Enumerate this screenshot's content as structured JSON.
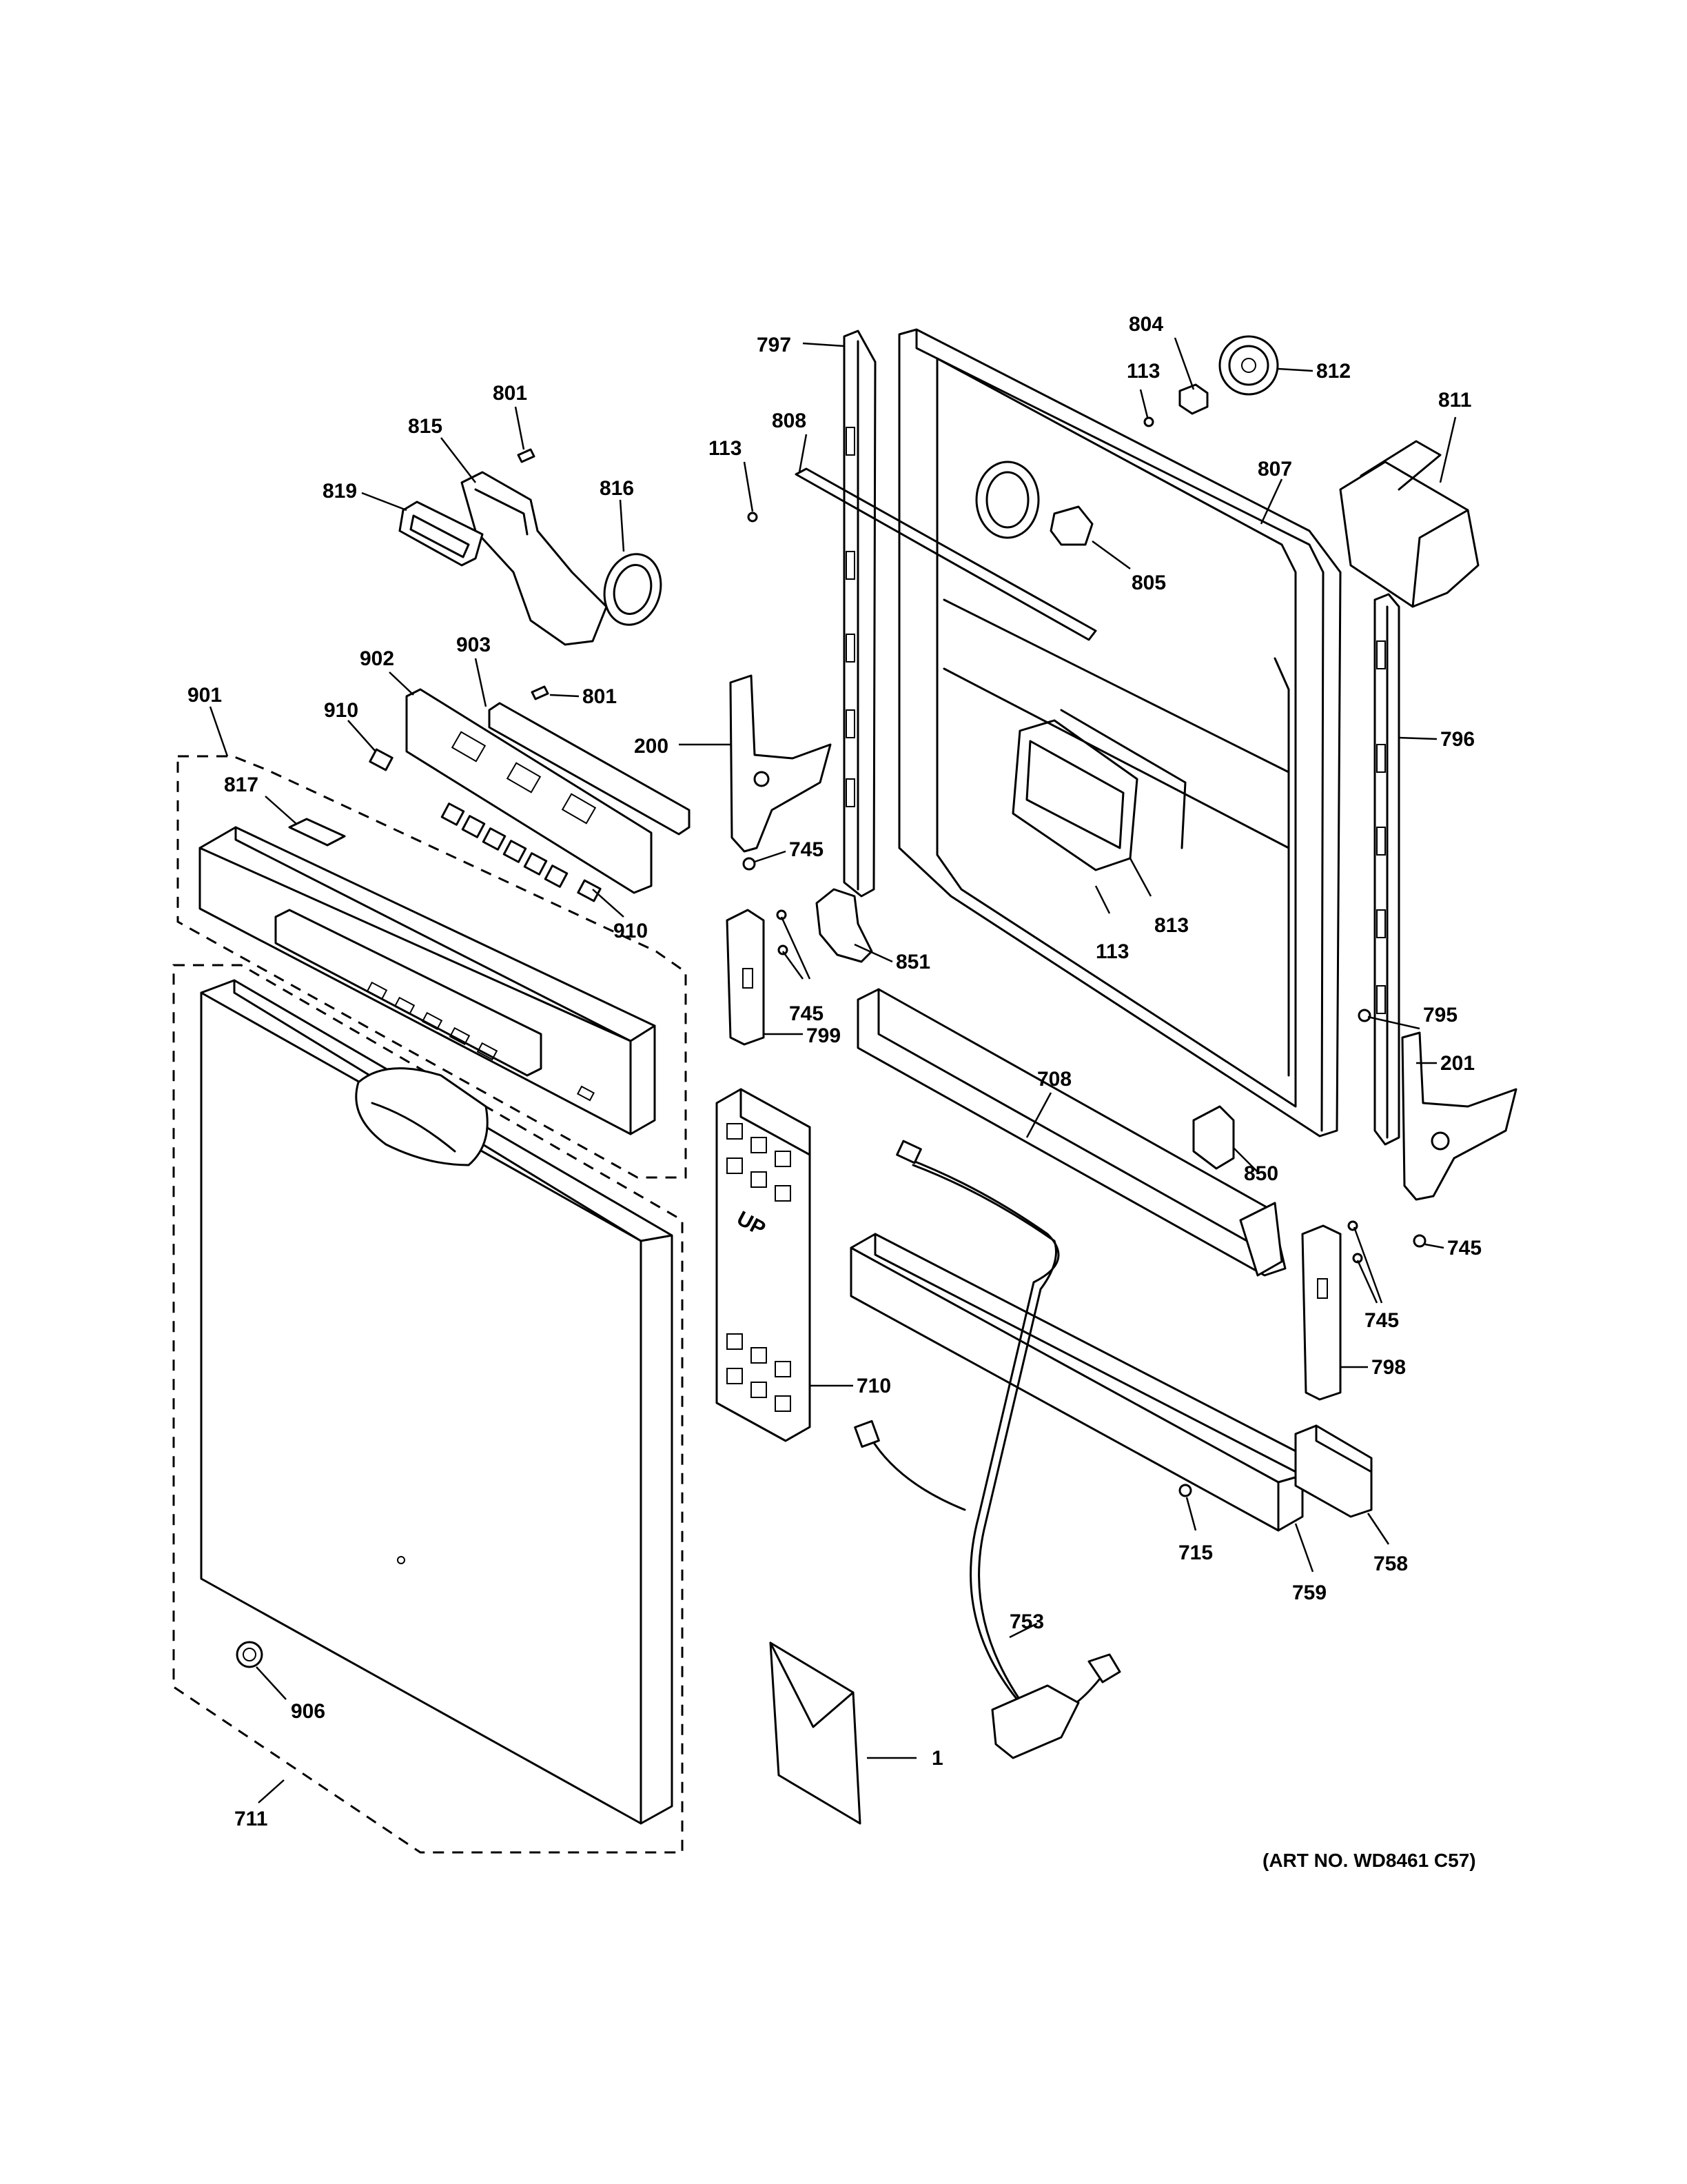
{
  "art_number": "(ART NO. WD8461 C57)",
  "callouts": [
    {
      "id": "797",
      "label": "797"
    },
    {
      "id": "804",
      "label": "804"
    },
    {
      "id": "812",
      "label": "812"
    },
    {
      "id": "113a",
      "label": "113"
    },
    {
      "id": "811",
      "label": "811"
    },
    {
      "id": "801a",
      "label": "801"
    },
    {
      "id": "815",
      "label": "815"
    },
    {
      "id": "808",
      "label": "808"
    },
    {
      "id": "113b",
      "label": "113"
    },
    {
      "id": "807",
      "label": "807"
    },
    {
      "id": "819",
      "label": "819"
    },
    {
      "id": "816",
      "label": "816"
    },
    {
      "id": "805",
      "label": "805"
    },
    {
      "id": "903",
      "label": "903"
    },
    {
      "id": "902",
      "label": "902"
    },
    {
      "id": "801b",
      "label": "801"
    },
    {
      "id": "901",
      "label": "901"
    },
    {
      "id": "910a",
      "label": "910"
    },
    {
      "id": "200",
      "label": "200"
    },
    {
      "id": "796",
      "label": "796"
    },
    {
      "id": "817",
      "label": "817"
    },
    {
      "id": "745a",
      "label": "745"
    },
    {
      "id": "910b",
      "label": "910"
    },
    {
      "id": "113c",
      "label": "113"
    },
    {
      "id": "813",
      "label": "813"
    },
    {
      "id": "851",
      "label": "851"
    },
    {
      "id": "745b",
      "label": "745"
    },
    {
      "id": "795",
      "label": "795"
    },
    {
      "id": "201",
      "label": "201"
    },
    {
      "id": "708",
      "label": "708"
    },
    {
      "id": "799",
      "label": "799"
    },
    {
      "id": "850",
      "label": "850"
    },
    {
      "id": "745c",
      "label": "745"
    },
    {
      "id": "745d",
      "label": "745"
    },
    {
      "id": "798",
      "label": "798"
    },
    {
      "id": "710",
      "label": "710"
    },
    {
      "id": "715",
      "label": "715"
    },
    {
      "id": "758",
      "label": "758"
    },
    {
      "id": "759",
      "label": "759"
    },
    {
      "id": "753",
      "label": "753"
    },
    {
      "id": "906",
      "label": "906"
    },
    {
      "id": "1",
      "label": "1"
    },
    {
      "id": "711",
      "label": "711"
    }
  ],
  "markings": {
    "spacer_up": "UP"
  }
}
